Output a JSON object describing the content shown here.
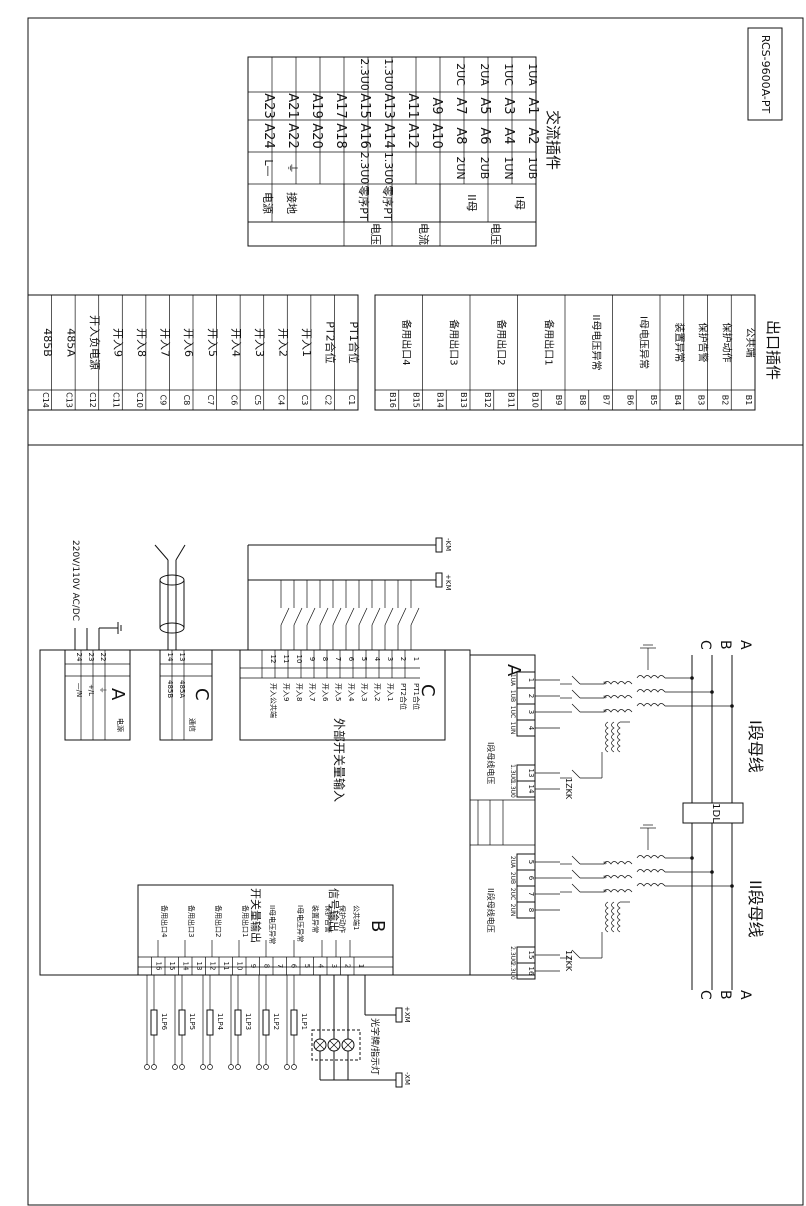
{
  "model": "RCS-9600A-PT",
  "ac_plug": {
    "title": "交流插件",
    "rows": [
      [
        "1UA",
        "A1",
        "A2",
        "1UB"
      ],
      [
        "1UC",
        "A3",
        "A4",
        "1UN"
      ],
      [
        "2UA",
        "A5",
        "A6",
        "2UB"
      ],
      [
        "2UC",
        "A7",
        "A8",
        "2UN"
      ],
      [
        "",
        "A9",
        "A10",
        ""
      ],
      [
        "",
        "A11",
        "A12",
        ""
      ],
      [
        "1.3U0",
        "A13",
        "A14",
        "1.3U0"
      ],
      [
        "2.3U0",
        "A15",
        "A16",
        "2.3U0"
      ],
      [
        "",
        "A17",
        "A18",
        ""
      ],
      [
        "",
        "A19",
        "A20",
        ""
      ],
      [
        "",
        "A21",
        "A22",
        "⏚"
      ],
      [
        "",
        "A23",
        "A24",
        "L—"
      ]
    ],
    "desc": [
      "I母",
      "II母",
      "零序PT",
      "零序PT",
      "接地",
      "电源"
    ],
    "group": [
      "电压",
      "电流",
      "电压"
    ]
  },
  "out_plug": {
    "title": "出口插件",
    "rows": [
      [
        "公共端",
        "B1"
      ],
      [
        "保护动作",
        "B2"
      ],
      [
        "保护告警",
        "B3"
      ],
      [
        "装置异常",
        "B4"
      ],
      [
        "I母电压异常",
        "B5"
      ],
      [
        "",
        "B6"
      ],
      [
        "II母电压异常",
        "B7"
      ],
      [
        "",
        "B8"
      ],
      [
        "备用出口1",
        "B9"
      ],
      [
        "",
        "B10"
      ],
      [
        "备用出口2",
        "B11"
      ],
      [
        "",
        "B12"
      ],
      [
        "备用出口3",
        "B13"
      ],
      [
        "",
        "B14"
      ],
      [
        "备用出口4",
        "B15"
      ],
      [
        "",
        "B16"
      ]
    ]
  },
  "c_plug": {
    "rows": [
      [
        "PT1合位",
        "C1"
      ],
      [
        "PT2合位",
        "C2"
      ],
      [
        "开入1",
        "C3"
      ],
      [
        "开入2",
        "C4"
      ],
      [
        "开入3",
        "C5"
      ],
      [
        "开入4",
        "C6"
      ],
      [
        "开入5",
        "C7"
      ],
      [
        "开入6",
        "C8"
      ],
      [
        "开入7",
        "C9"
      ],
      [
        "开入8",
        "C10"
      ],
      [
        "开入9",
        "C11"
      ],
      [
        "开入负电源",
        "C12"
      ],
      [
        "485A",
        "C13"
      ],
      [
        "485B",
        "C14"
      ]
    ]
  },
  "diagram": {
    "bus1": "I段母线",
    "bus2": "II段母线",
    "phases": [
      "A",
      "B",
      "C"
    ],
    "breaker": "1DL",
    "module_a": "A",
    "module_b": "B",
    "module_c": "C",
    "bus1_voltage": "I段母线电压",
    "bus2_voltage": "II段母线电压",
    "zkk": "1ZKK",
    "bus1_terminals": [
      "1UA",
      "1UB",
      "1UC",
      "1UN",
      "",
      "",
      "",
      "",
      "",
      "",
      "",
      "",
      "1.3U0",
      "1.3U0"
    ],
    "bus2_terminals": [
      "2UA",
      "2UB",
      "2UC",
      "2UN",
      "",
      "",
      "",
      "",
      "",
      "",
      "",
      "",
      "2.3U0",
      "2.3U0"
    ],
    "ext_input_title": "外部开关量输入",
    "inputs": [
      "PT1合位",
      "PT2合位",
      "开入1",
      "开入2",
      "开入3",
      "开入4",
      "开入5",
      "开入6",
      "开入7",
      "开入8",
      "开入9",
      "开入公共端"
    ],
    "comm_labels": [
      "485A",
      "485B"
    ],
    "comm_title": "通信",
    "power_labels": [
      "⏚",
      "+/L",
      "—/N"
    ],
    "power_title": "电源",
    "power_supply": "220V/110V AC/DC",
    "plus_km": "+KM",
    "minus_km": "-KM",
    "signal_title": "信号输出",
    "switch_title": "开关量输出",
    "signal_outputs": [
      "公共端1",
      "保护动作",
      "保护告警",
      "装置异常"
    ],
    "switch_outputs": [
      "I母电压异常",
      "II母电压异常",
      "备用出口1",
      "备用出口2",
      "备用出口3",
      "备用出口4"
    ],
    "plus_xm": "+XM",
    "minus_xm": "-XM",
    "lamp_label": "光字牌/指示灯",
    "lp_labels": [
      "1LP1",
      "1LP2",
      "1LP3",
      "1LP4",
      "1LP5",
      "1LP6"
    ]
  }
}
